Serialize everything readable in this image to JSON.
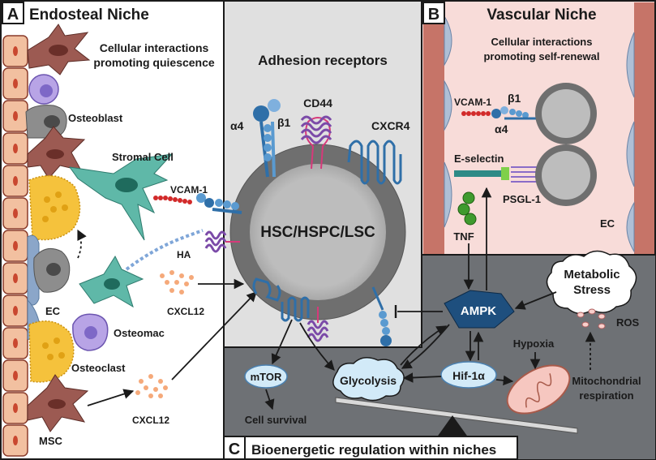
{
  "panels": {
    "a": {
      "letter": "A",
      "title": "Endosteal Niche",
      "subtitle_line1": "Cellular interactions",
      "subtitle_line2": "promoting quiescence"
    },
    "b": {
      "letter": "B",
      "title": "Vascular Niche",
      "subtitle_line1": "Cellular interactions",
      "subtitle_line2": "promoting self-renewal"
    },
    "c": {
      "letter": "C",
      "title": "Bioenergetic regulation within niches"
    }
  },
  "center": {
    "title": "Adhesion receptors",
    "cell_label": "HSC/HSPC/LSC"
  },
  "receptors": {
    "a4": "α4",
    "b1": "β1",
    "cd44": "CD44",
    "cxcr4": "CXCR4"
  },
  "panel_a_labels": {
    "osteoblast": "Osteoblast",
    "stromal_cell": "Stromal Cell",
    "vcam1": "VCAM-1",
    "ha": "HA",
    "cxcl12_mid": "CXCL12",
    "ec": "EC",
    "osteomac": "Osteomac",
    "osteoclast": "Osteoclast",
    "msc": "MSC",
    "cxcl12_bottom": "CXCL12"
  },
  "panel_b_labels": {
    "vcam1": "VCAM-1",
    "b1": "β1",
    "a4": "α4",
    "eselectin": "E-selectin",
    "psgl1": "PSGL-1",
    "ec": "EC",
    "tnf": "TNF"
  },
  "panel_c_labels": {
    "metabolic_line1": "Metabolic",
    "metabolic_line2": "Stress",
    "ampk": "AMPK",
    "ros": "ROS",
    "hypoxia": "Hypoxia",
    "mtor": "mTOR",
    "glycolysis": "Glycolysis",
    "hif": "Hif-1α",
    "mito_line1": "Mitochondrial",
    "mito_line2": "respiration",
    "cell_survival": "Cell survival"
  },
  "colors": {
    "panel_border": "#1a1a1a",
    "center_bg": "#e0e0e0",
    "grey_panel": "#6e7175",
    "vascular_bg": "#f8dcd9",
    "vessel_wall": "#c67468",
    "bone_cell": "#f2c0a0",
    "stromal": "#5fb8a8",
    "osteoclast": "#f5c23c",
    "msc": "#9c5a52",
    "osteomac": "#9b8ad3",
    "receptor_blue": "#2f6fa8",
    "cd44_purple": "#7b4aa8",
    "vcam_red": "#d22a2a",
    "ampk": "#1e4f7e",
    "pale_blue": "#d2eaf8",
    "tnf_green": "#3f9a2e"
  }
}
